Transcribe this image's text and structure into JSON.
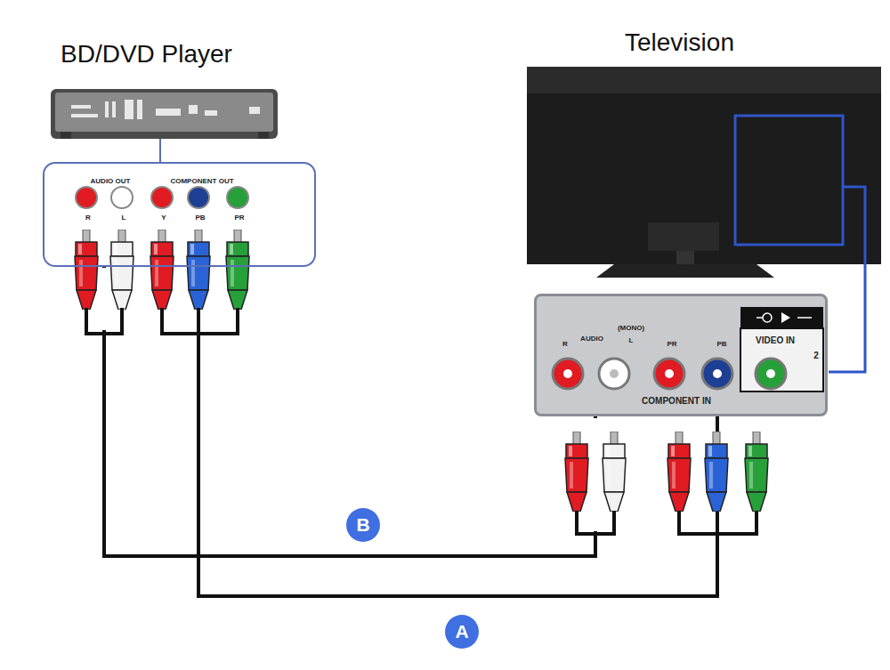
{
  "diagram": {
    "nodes": [
      {
        "text": [
          "AUDIO OUT",
          "R",
          "L",
          "COMPONENT OUT",
          "Y",
          "PB",
          "PR"
        ]
      },
      {
        "text": [
          "R",
          "AUDIO",
          "(MONO)",
          "L",
          "PR",
          "PB",
          "VIDEO IN",
          "2",
          "COMPONENT IN"
        ]
      }
    ],
    "edges": [
      {
        "from": 0,
        "to": 1,
        "arrow": "none",
        "label": "B"
      },
      {
        "from": 0,
        "to": 1,
        "arrow": "none",
        "label": "A"
      }
    ],
    "labels": [
      "BD/DVD Player",
      "Television"
    ]
  }
}
